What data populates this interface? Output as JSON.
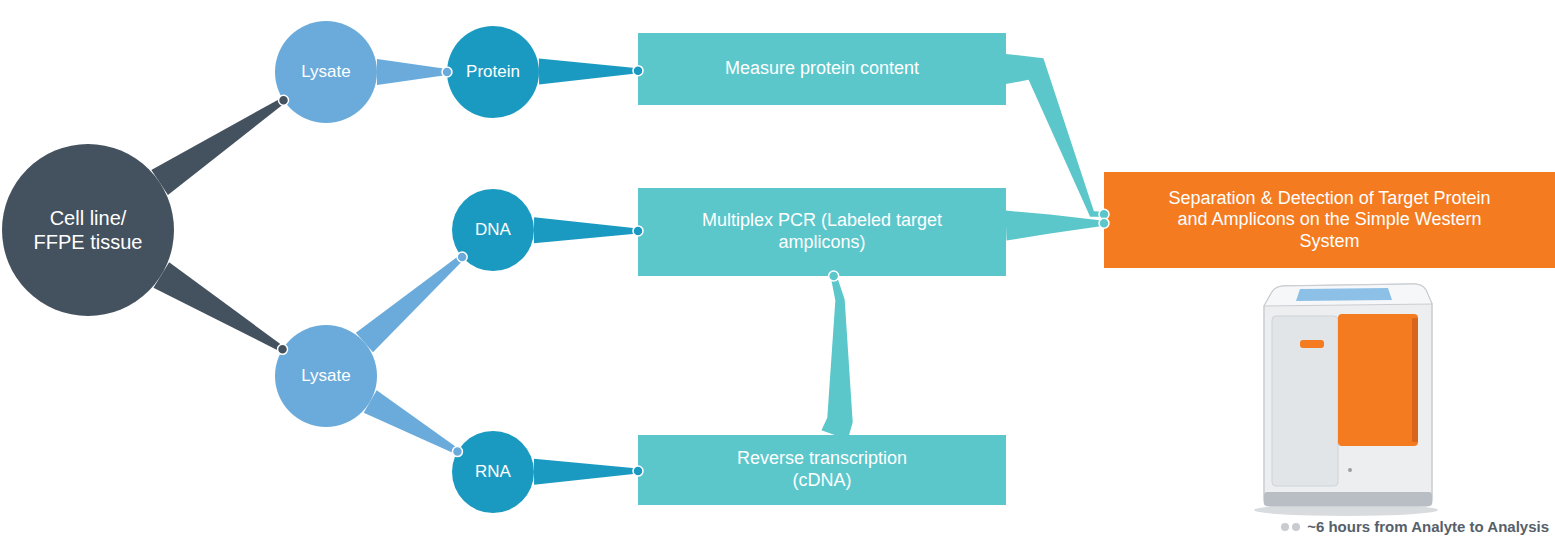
{
  "diagram": {
    "nodes": [
      {
        "text": [
          "Cell line/ FFPE tissue"
        ]
      },
      {
        "text": [
          "Lysate"
        ]
      },
      {
        "text": [
          "Protein"
        ]
      },
      {
        "text": [
          "Measure protein content"
        ]
      },
      {
        "text": [
          "DNA"
        ]
      },
      {
        "text": [
          "Multiplex PCR (Labeled target amplicons)"
        ]
      },
      {
        "text": [
          "Separation & Detection of Target Protein and Amplicons on the Simple Western System"
        ]
      },
      {
        "text": [
          "Lysate"
        ]
      },
      {
        "text": [
          "RNA"
        ]
      },
      {
        "text": [
          "Reverse transcription (cDNA)"
        ]
      }
    ],
    "edges": [
      {
        "from": 0,
        "to": 1,
        "arrow": "none"
      },
      {
        "from": 0,
        "to": 7,
        "arrow": "none"
      },
      {
        "from": 1,
        "to": 2,
        "arrow": "none"
      },
      {
        "from": 2,
        "to": 3,
        "arrow": "none"
      },
      {
        "from": 7,
        "to": 4,
        "arrow": "none"
      },
      {
        "from": 4,
        "to": 5,
        "arrow": "none"
      },
      {
        "from": 7,
        "to": 8,
        "arrow": "none"
      },
      {
        "from": 8,
        "to": 9,
        "arrow": "none"
      },
      {
        "from": 9,
        "to": 5,
        "arrow": "none"
      },
      {
        "from": 3,
        "to": 6,
        "arrow": "none"
      },
      {
        "from": 5,
        "to": 6,
        "arrow": "none"
      }
    ],
    "labels": [
      "~6 hours from Analyte to Analysis"
    ]
  }
}
